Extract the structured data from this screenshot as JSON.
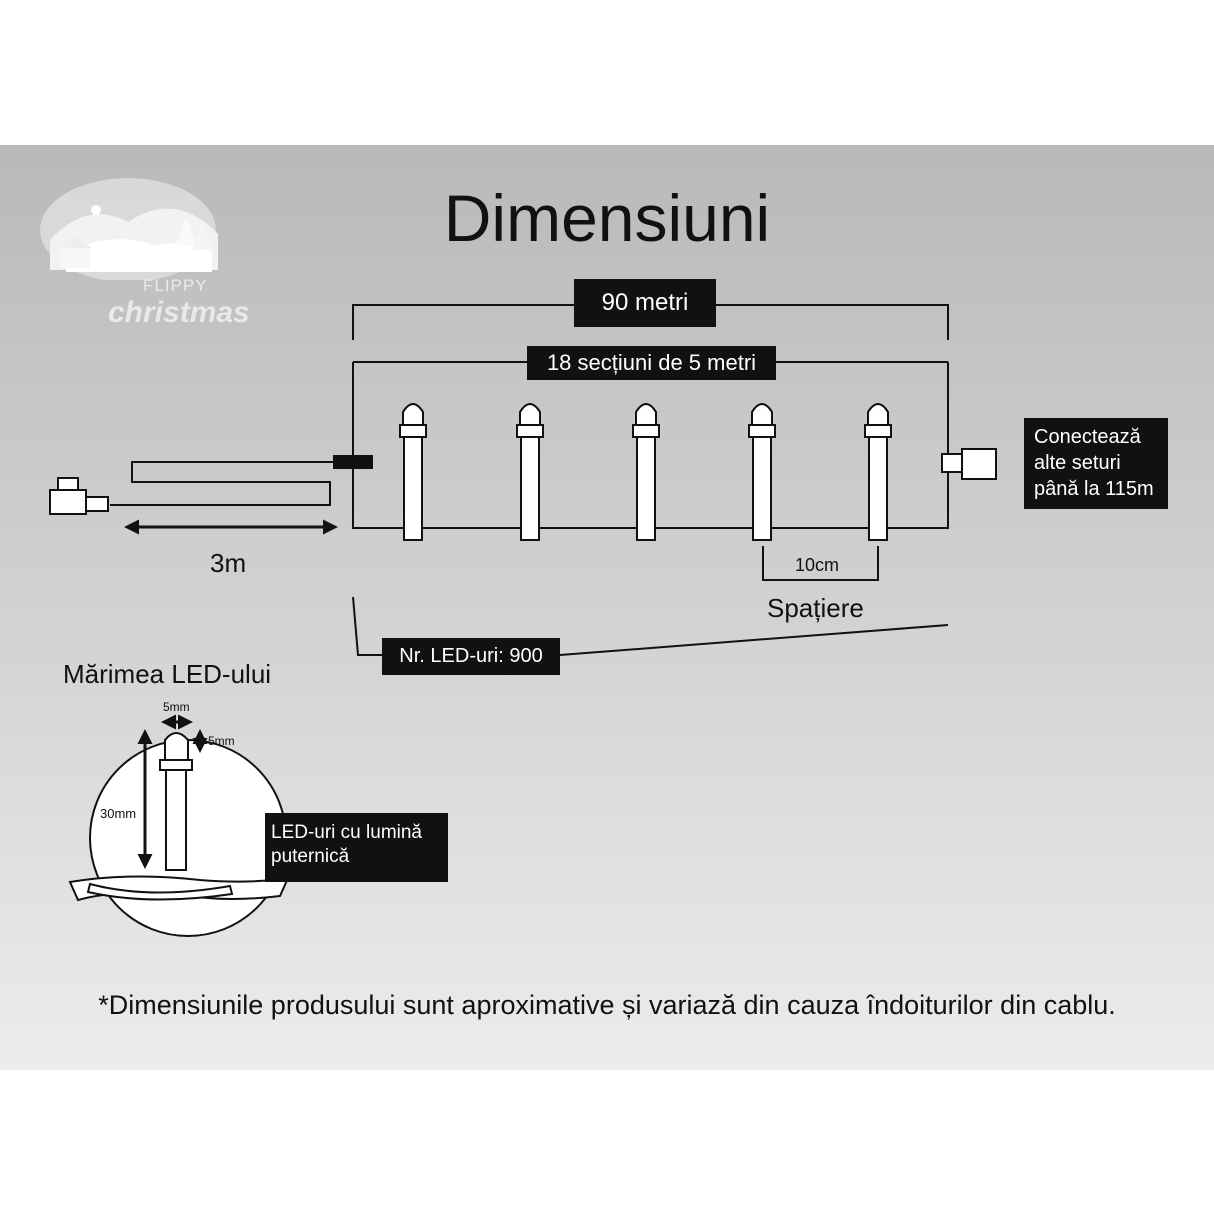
{
  "title": "Dimensiuni",
  "logo": {
    "brand_top": "FLIPPY",
    "brand_bottom": "christmas"
  },
  "labels": {
    "total_length": "90 metri",
    "sections": "18 secțiuni de 5 metri",
    "connect": "Conectează alte seturi până la 115m",
    "lead_cable": "3m",
    "spacing_value": "10cm",
    "spacing_label": "Spațiere",
    "led_count": "Nr. LED-uri: 900",
    "led_size_title": "Mărimea LED-ului",
    "led_width": "5mm",
    "led_head": "5mm",
    "led_height": "30mm",
    "led_type": "LED-uri cu lumină puternică"
  },
  "footnote": "*Dimensiunile produsului sunt aproximative și variază din cauza îndoiturilor din cablu.",
  "colors": {
    "panel_top": "#b9b9b9",
    "panel_bottom": "#ececec",
    "label_bg": "#111111",
    "led_fill": "#ffffff"
  }
}
